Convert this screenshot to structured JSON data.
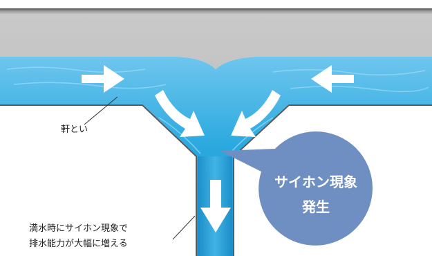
{
  "labels": {
    "gutter": "軒とい",
    "overflow_line1": "満水時にサイホン現象で",
    "overflow_line2": "排水能力が大幅に増える"
  },
  "callout": {
    "line1": "サイホン現象",
    "line2": "発生"
  },
  "colors": {
    "roof": "#c9c9c9",
    "roof_edge": "#7c7c7c",
    "water": "#26a7dd",
    "water_light": "#72c8ee",
    "water_dark": "#1b8cc8",
    "pipe_wall": "#5a5a5a",
    "arrow": "#ffffff",
    "bubble": "#6f8fc2"
  },
  "icons": [
    "arrow-right-icon",
    "arrow-left-icon",
    "arrow-curve-icon",
    "arrow-down-icon"
  ]
}
